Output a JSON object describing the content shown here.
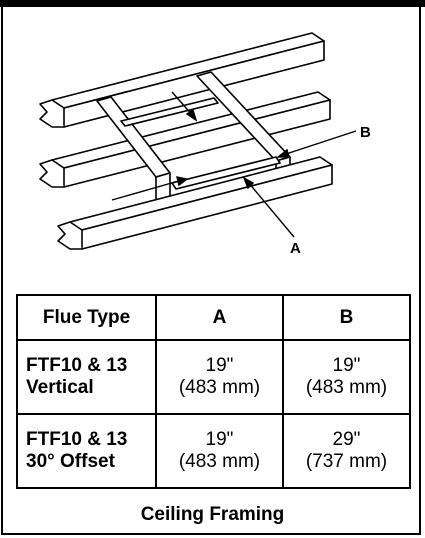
{
  "diagram": {
    "label_a": "A",
    "label_b": "B"
  },
  "table": {
    "headers": [
      "Flue Type",
      "A",
      "B"
    ],
    "rows": [
      {
        "label_line1": "FTF10 & 13",
        "label_line2": "Vertical",
        "a_in": "19\"",
        "a_mm": "(483 mm)",
        "b_in": "19\"",
        "b_mm": "(483 mm)"
      },
      {
        "label_line1": "FTF10 & 13",
        "label_line2": "30° Offset",
        "a_in": "19\"",
        "a_mm": "(483 mm)",
        "b_in": "29\"",
        "b_mm": "(737 mm)"
      }
    ]
  },
  "caption": "Ceiling Framing"
}
